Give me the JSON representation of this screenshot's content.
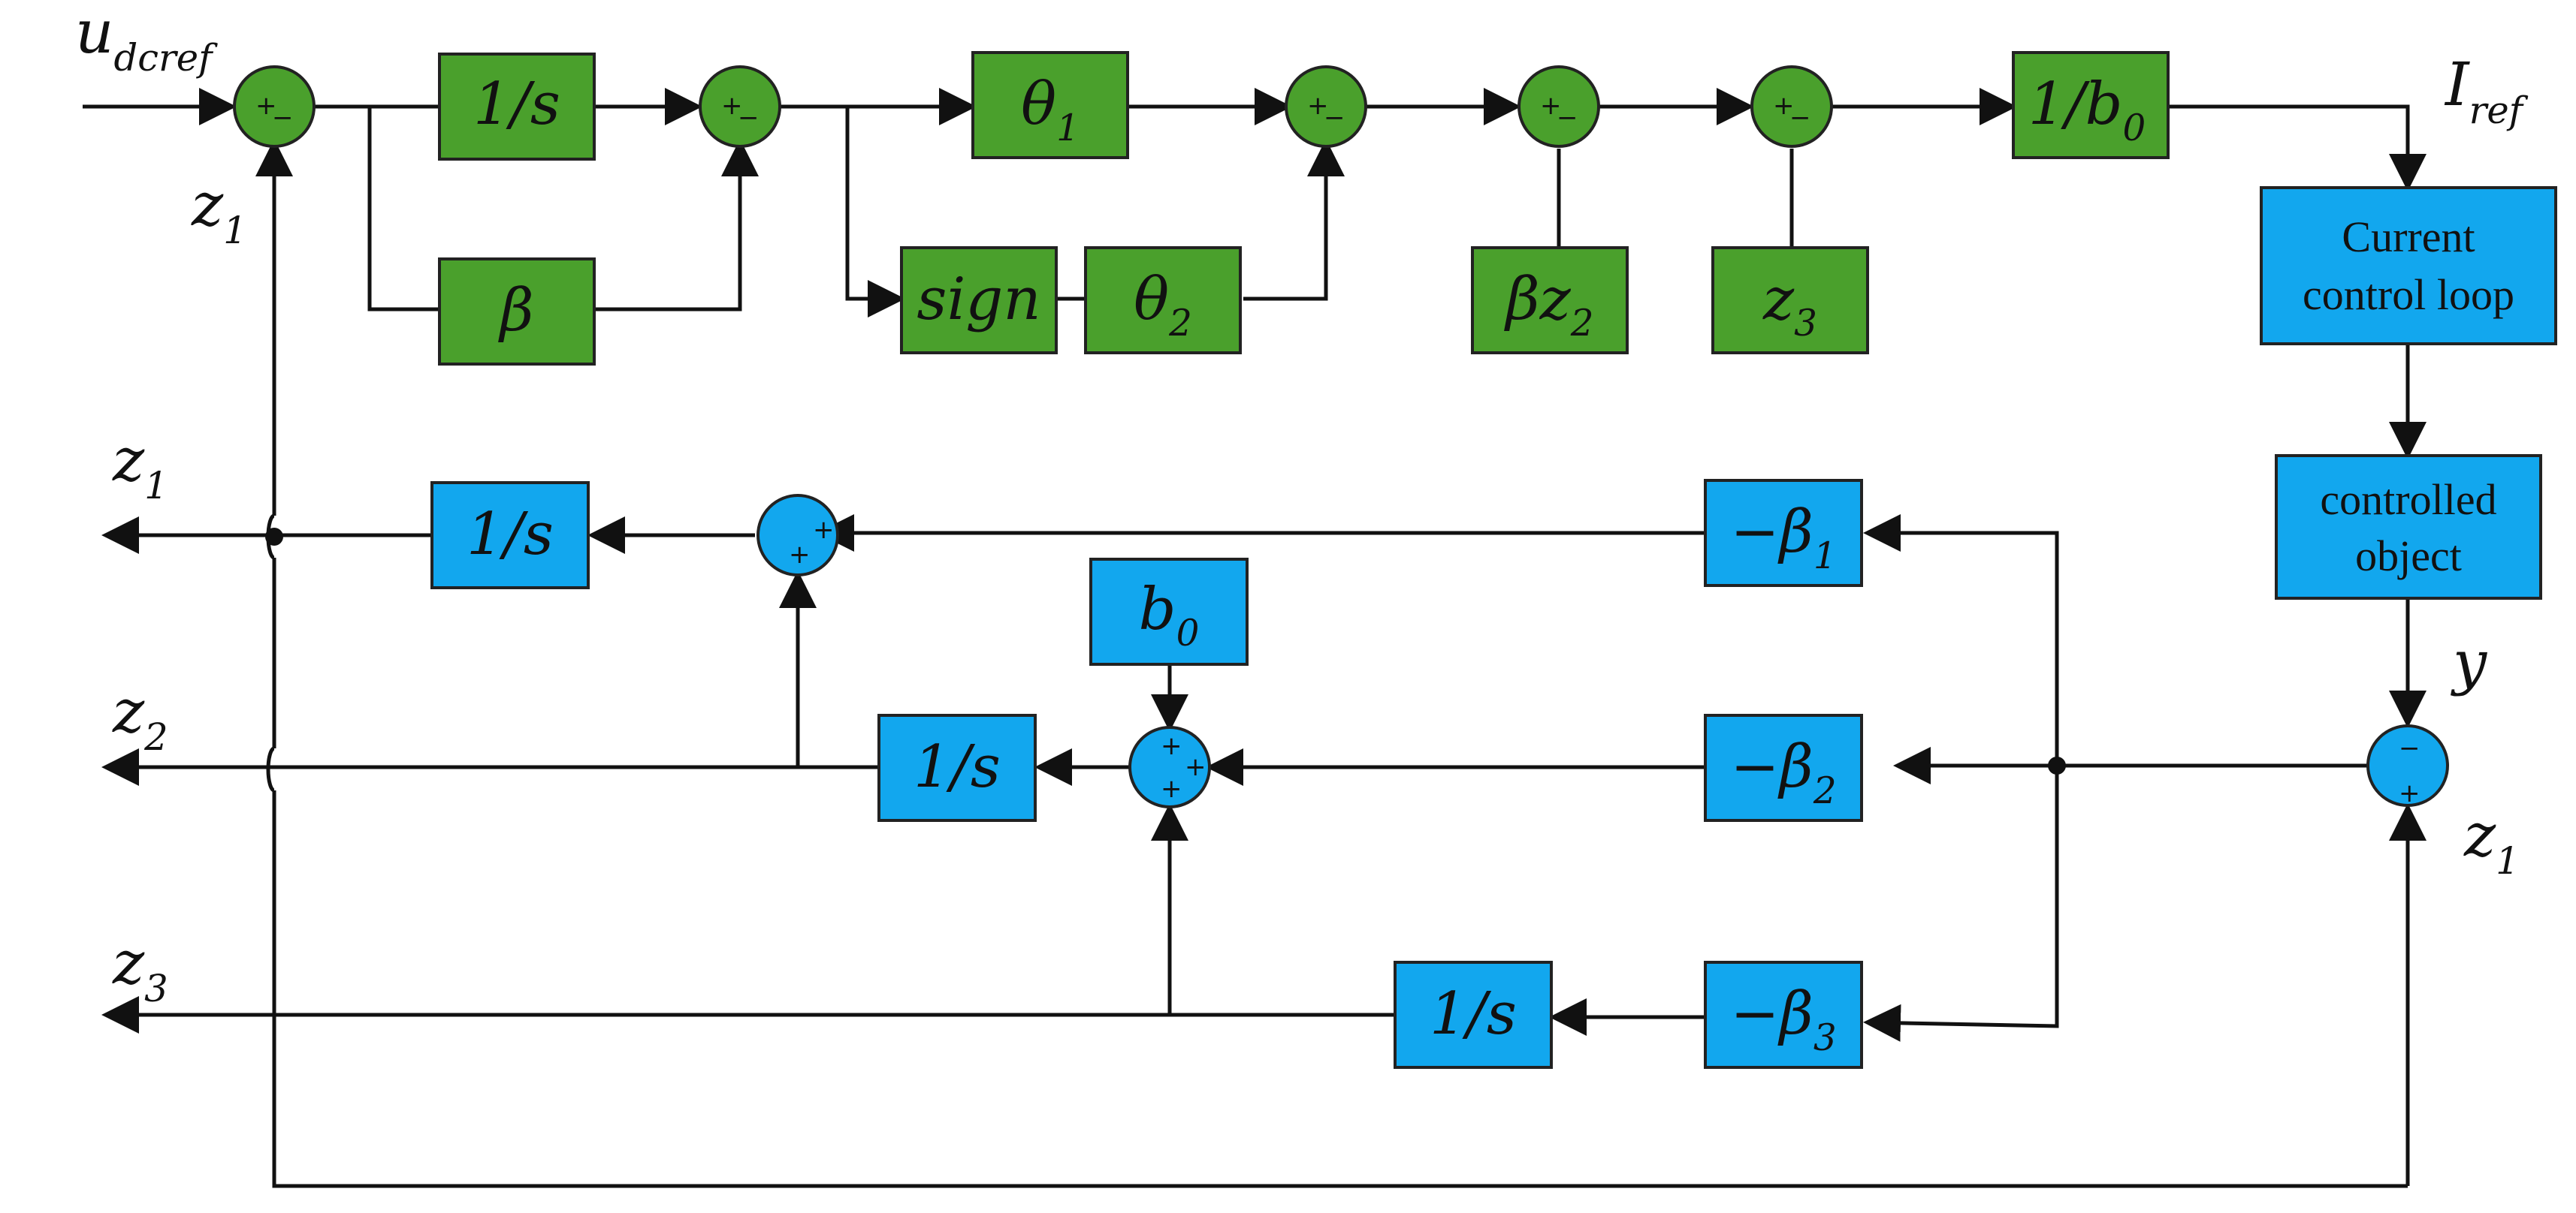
{
  "inputs": {
    "reference": {
      "base": "u",
      "sub": "dcref"
    }
  },
  "outputs": {
    "current_ref": {
      "base": "I",
      "sub": "ref"
    },
    "y": {
      "base": "y",
      "sub": ""
    }
  },
  "signal_labels": {
    "z1_feedback": {
      "base": "z",
      "sub": "1"
    },
    "z1_error": {
      "base": "z",
      "sub": "1"
    },
    "z1_out": {
      "base": "z",
      "sub": "1"
    },
    "z2_out": {
      "base": "z",
      "sub": "2"
    },
    "z3_out": {
      "base": "z",
      "sub": "3"
    }
  },
  "controller_blocks": {
    "integrator": {
      "base": "1/s",
      "sub": ""
    },
    "beta": {
      "base": "β",
      "sub": ""
    },
    "theta1": {
      "base": "θ",
      "sub": "1"
    },
    "sign": {
      "base": "sign",
      "sub": ""
    },
    "theta2": {
      "base": "θ",
      "sub": "2"
    },
    "beta_z2": {
      "base": "βz",
      "sub": "2"
    },
    "z3": {
      "base": "z",
      "sub": "3"
    },
    "inv_b0": {
      "base": "1/b",
      "sub": "0"
    }
  },
  "plant_blocks": {
    "current_loop": {
      "line1": "Current",
      "line2": "control loop"
    },
    "controlled_object": {
      "line1": "controlled",
      "line2": "object"
    }
  },
  "observer_blocks": {
    "integ1": {
      "base": "1/s",
      "sub": ""
    },
    "integ2": {
      "base": "1/s",
      "sub": ""
    },
    "integ3": {
      "base": "1/s",
      "sub": ""
    },
    "b0": {
      "base": "b",
      "sub": "0"
    },
    "neg_beta1": {
      "base": "−β",
      "sub": "1"
    },
    "neg_beta2": {
      "base": "−β",
      "sub": "2"
    },
    "neg_beta3": {
      "base": "−β",
      "sub": "3"
    }
  },
  "sum_signs": {
    "s1": [
      "+",
      "−"
    ],
    "s2": [
      "+",
      "−"
    ],
    "s3": [
      "+",
      "−"
    ],
    "s4": [
      "+",
      "−"
    ],
    "s5": [
      "+",
      "−"
    ],
    "obs1": [
      "+",
      "+"
    ],
    "obs2": [
      "+",
      "+",
      "+"
    ],
    "err": [
      "−",
      "+"
    ]
  },
  "colors": {
    "controller_green": "#4aa02c",
    "observer_blue": "#12a7ee",
    "wire": "#111111"
  }
}
